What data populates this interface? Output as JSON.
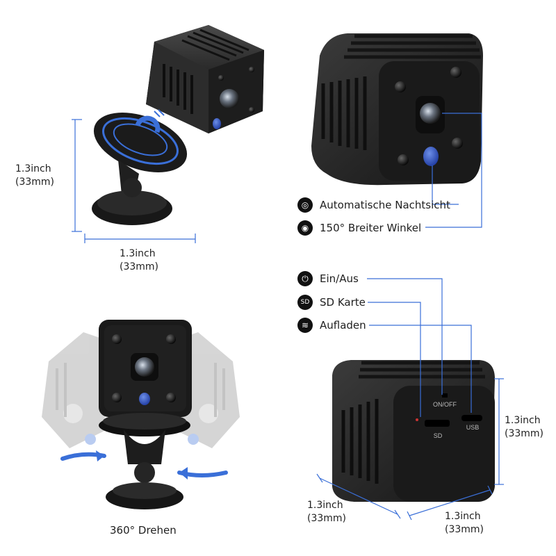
{
  "accent_color": "#3a6fd8",
  "top_left": {
    "height_label": "1.3inch",
    "height_mm": "(33mm)",
    "width_label": "1.3inch",
    "width_mm": "(33mm)"
  },
  "top_right": {
    "features": [
      {
        "icon": "aperture-icon",
        "text": "Automatische Nachtsicht"
      },
      {
        "icon": "eye-icon",
        "text": "150° Breiter Winkel"
      }
    ]
  },
  "bottom_left": {
    "caption": "360° Drehen"
  },
  "bottom_right": {
    "features": [
      {
        "icon": "power-icon",
        "text": "Ein/Aus"
      },
      {
        "icon": "sd-card-icon",
        "text": "SD Karte"
      },
      {
        "icon": "usb-icon",
        "text": "Aufladen"
      }
    ],
    "port_labels": {
      "onoff": "ON/OFF",
      "sd": "SD",
      "usb": "USB"
    },
    "height_label": "1.3inch",
    "height_mm": "(33mm)",
    "depth_label": "1.3inch",
    "depth_mm": "(33mm)",
    "width_label": "1.3inch",
    "width_mm": "(33mm)"
  }
}
